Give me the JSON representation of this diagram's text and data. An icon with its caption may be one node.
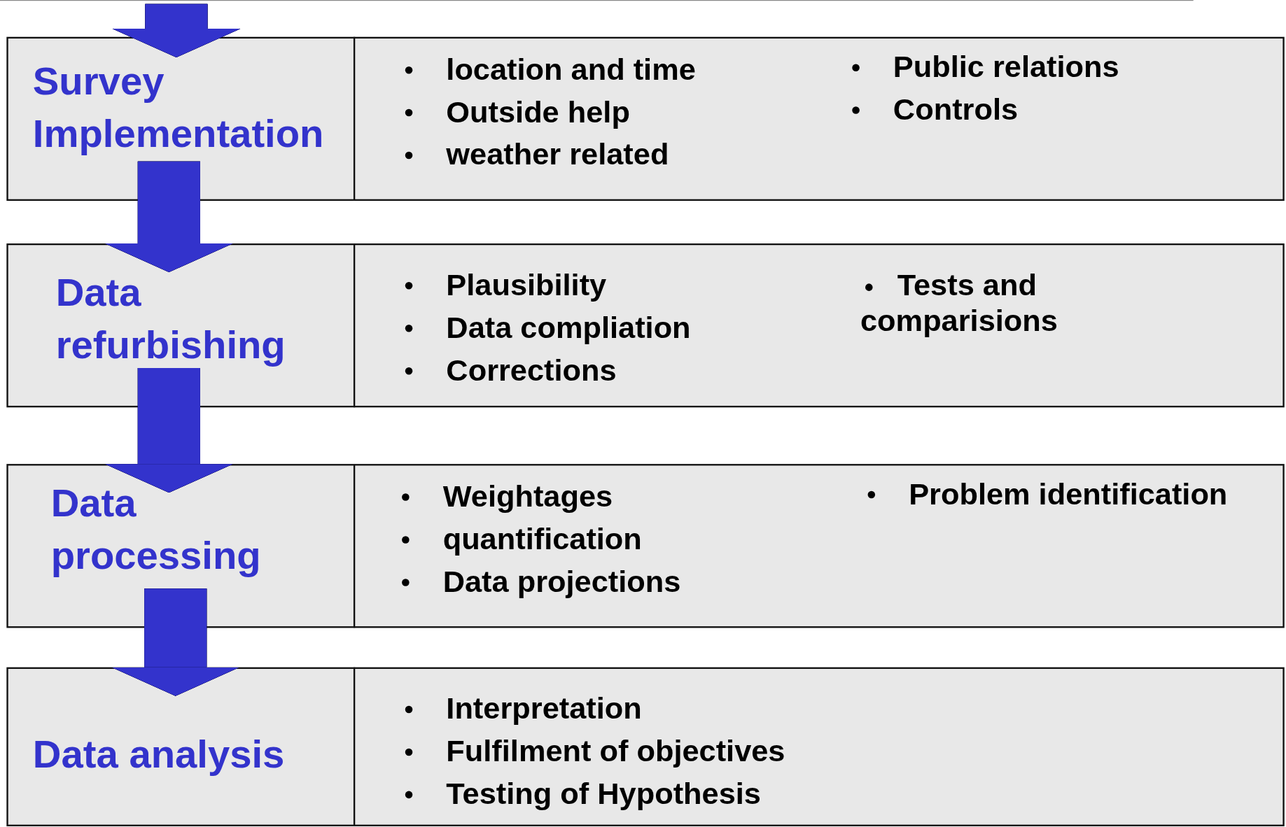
{
  "diagram": {
    "nodes": [
      {
        "text": [
          "Survey Implementation"
        ]
      },
      {
        "text": [
          "location and time",
          "Outside help",
          "weather related",
          "Public relations",
          "Controls"
        ]
      },
      {
        "text": [
          "Data refurbishing"
        ]
      },
      {
        "text": [
          "Plausibility",
          "Data compliation",
          "Corrections",
          "Tests and comparisions"
        ]
      },
      {
        "text": [
          "Data processing"
        ]
      },
      {
        "text": [
          "Weightages",
          "quantification",
          "Data projections",
          "Problem identification"
        ]
      },
      {
        "text": [
          "Data analysis"
        ]
      },
      {
        "text": [
          "Interpretation",
          "Fulfilment of objectives",
          "Testing of Hypothesis"
        ]
      }
    ],
    "edges": [
      {
        "from": null,
        "to": 0,
        "arrow": "to"
      },
      {
        "from": 0,
        "to": 2,
        "arrow": "to"
      },
      {
        "from": 2,
        "to": 4,
        "arrow": "to"
      },
      {
        "from": 4,
        "to": 6,
        "arrow": "to"
      }
    ]
  }
}
